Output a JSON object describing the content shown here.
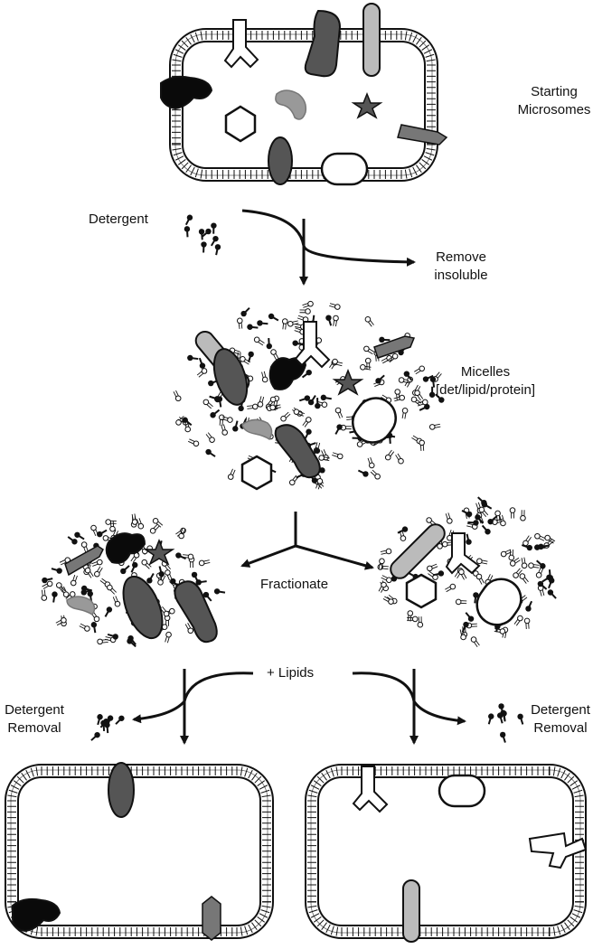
{
  "labels": {
    "starting_line1": "Starting",
    "starting_line2": "Microsomes",
    "detergent": "Detergent",
    "remove_line1": "Remove",
    "remove_line2": "insoluble",
    "micelles_line1": "Micelles",
    "micelles_line2": "[det/lipid/protein]",
    "fractionate": "Fractionate",
    "lipids": "+ Lipids",
    "detergent_removal_left_line1": "Detergent",
    "detergent_removal_left_line2": "Removal",
    "detergent_removal_right_line1": "Detergent",
    "detergent_removal_right_line2": "Removal"
  },
  "colors": {
    "membrane": "#111111",
    "dark_protein": "#555555",
    "mid_protein": "#888888",
    "light_protein": "#bbbbbb",
    "black_protein": "#0a0a0a"
  }
}
